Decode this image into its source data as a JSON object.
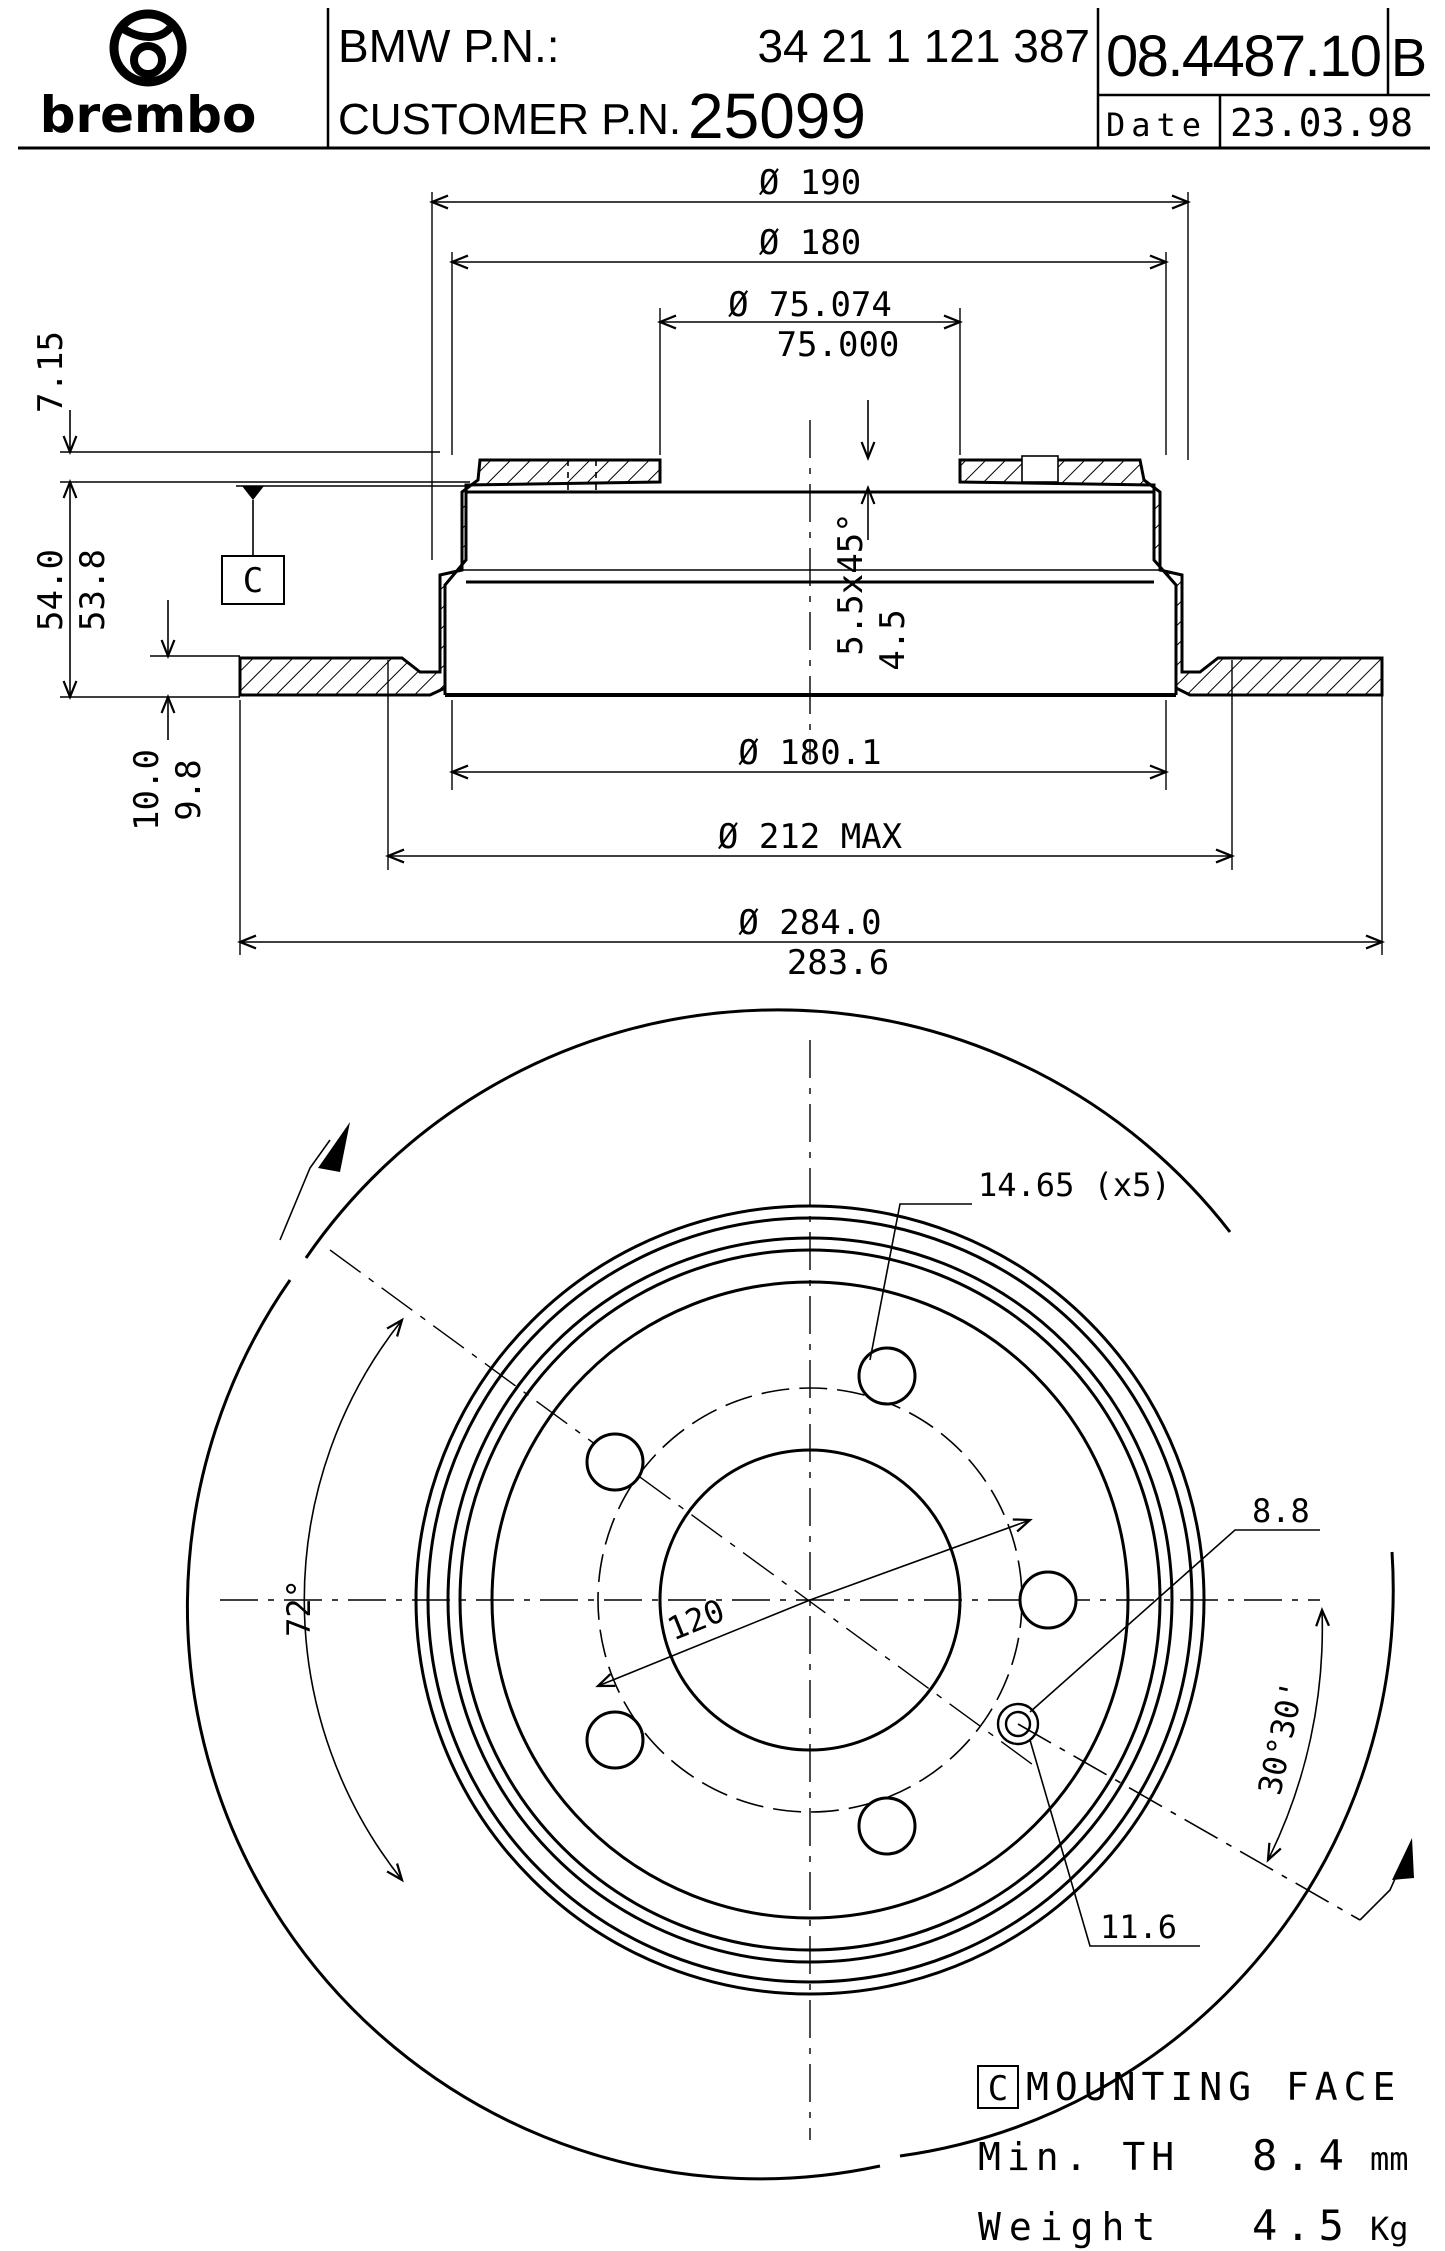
{
  "header": {
    "logo_text": "brembo",
    "oem_label": "BMW P.N.:",
    "oem_number": "34 21 1 121 387",
    "customer_label": "CUSTOMER P.N.",
    "customer_number": "25099",
    "drawing_number": "08.4487.10",
    "revision": "B",
    "date_label": "Date",
    "date_value": "23.03.98"
  },
  "section_view": {
    "dim_outer_hat": "Ø 190",
    "dim_inner_hat": "Ø 180",
    "dim_center_bore_max": "Ø 75.074",
    "dim_center_bore_min": "75.000",
    "dim_hat_top": "7.15",
    "dim_height_max": "54.0",
    "dim_height_min": "53.8",
    "datum_label": "C",
    "dim_chamfer": "5.5x45°",
    "dim_chamfer_depth": "4.5",
    "dim_thickness_max": "10.0",
    "dim_thickness_min": "9.8",
    "dim_drum_inner": "Ø 180.1",
    "dim_friction_inner": "Ø 212 MAX",
    "dim_outer_max": "Ø 284.0",
    "dim_outer_min": "283.6"
  },
  "plan_view": {
    "hole_size": "14.65 (x5)",
    "angle_spacing": "72°",
    "pcd": "120",
    "secondary_hole": "8.8",
    "angle_offset": "30°30'",
    "secondary_pcd": "11.6"
  },
  "footer": {
    "mounting_symbol": "C",
    "mounting_text": "MOUNTING FACE",
    "min_th_label": "Min. TH",
    "min_th_value": "8.4",
    "min_th_unit": "mm",
    "weight_label": "Weight",
    "weight_value": "4.5",
    "weight_unit": "Kg"
  }
}
